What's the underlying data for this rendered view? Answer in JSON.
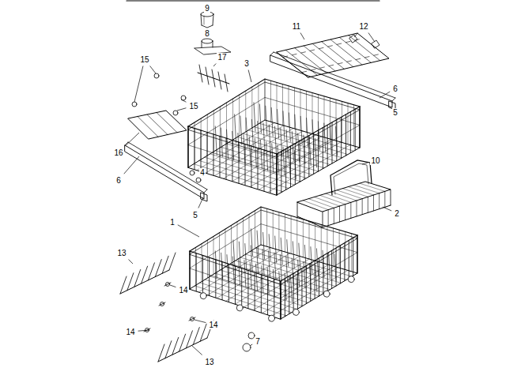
{
  "diagram": {
    "labels": [
      "9",
      "8",
      "11",
      "12",
      "15",
      "17",
      "3",
      "6",
      "5",
      "15",
      "16",
      "6",
      "4",
      "10",
      "5",
      "2",
      "1",
      "13",
      "14",
      "14",
      "14",
      "13",
      "7"
    ]
  }
}
